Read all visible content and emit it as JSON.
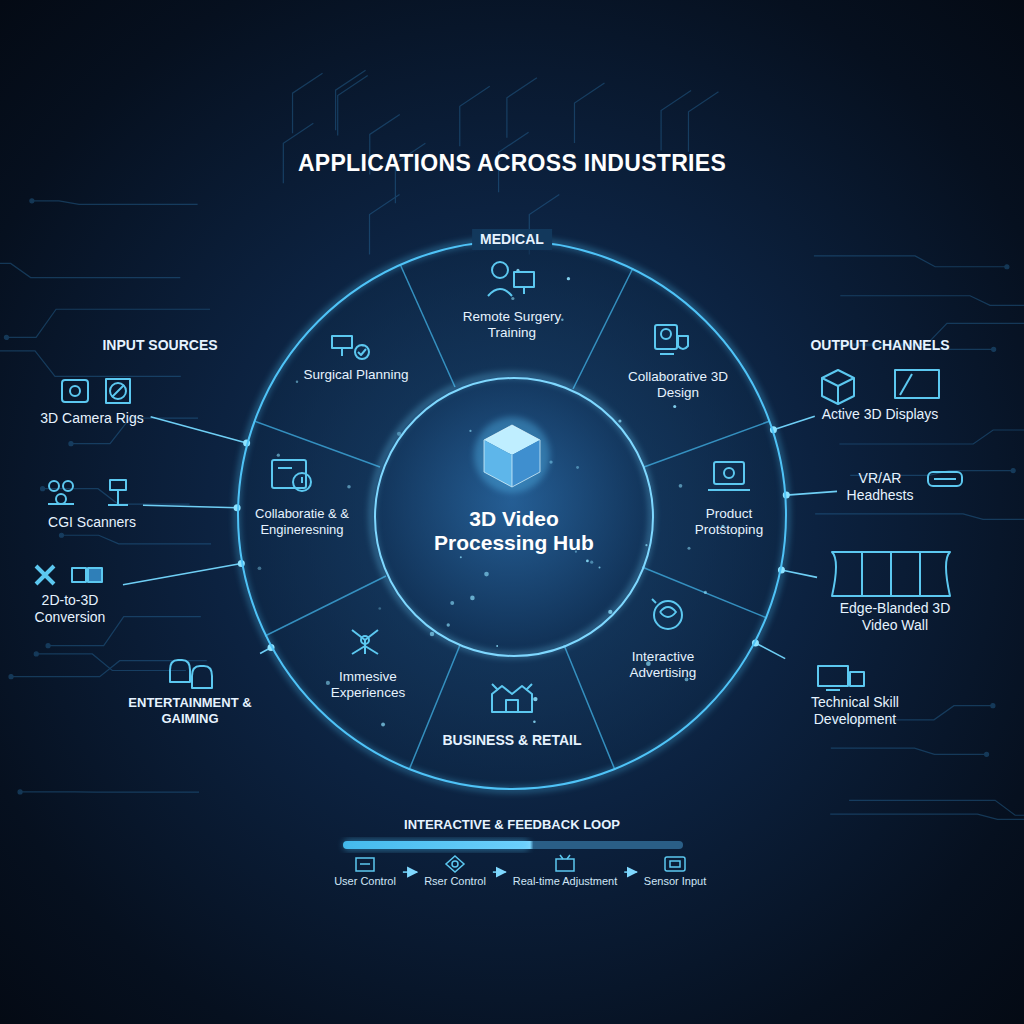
{
  "diagram": {
    "title": "APPLICATIONS ACROSS INDUSTRIES",
    "nodes": [
      {
        "text": [
          "MEDICAL"
        ]
      },
      {
        "text": [
          "3D Video Processing Hub"
        ],
        "in": 0
      },
      {
        "text": [
          "3D Camera Rigs"
        ]
      },
      {
        "text": [
          "CGI Scanners"
        ]
      },
      {
        "text": [
          "2D-to-3D Conversion"
        ]
      },
      {
        "text": [
          "ENTERTAINMENT & GAIMING"
        ]
      },
      {
        "text": [
          "Active 3D Displays"
        ]
      },
      {
        "text": [
          "VR/AR Headhests"
        ]
      },
      {
        "text": [
          "Edge-Blanded 3D Video Wall"
        ]
      },
      {
        "text": [
          "Technical Skill Development"
        ]
      },
      {
        "text": [
          "User Control"
        ]
      },
      {
        "text": [
          "Rser Control"
        ]
      },
      {
        "text": [
          "Real-time Adjustment"
        ]
      },
      {
        "text": [
          "Sensor Input"
        ]
      }
    ],
    "edges": [
      {
        "from": 2,
        "to": 0,
        "arrow": "none"
      },
      {
        "from": 3,
        "to": 0,
        "arrow": "none"
      },
      {
        "from": 4,
        "to": 0,
        "arrow": "none"
      },
      {
        "from": 5,
        "to": 0,
        "arrow": "none"
      },
      {
        "from": 0,
        "to": 6,
        "arrow": "none"
      },
      {
        "from": 0,
        "to": 7,
        "arrow": "none"
      },
      {
        "from": 0,
        "to": 8,
        "arrow": "none"
      },
      {
        "from": 0,
        "to": 9,
        "arrow": "none"
      },
      {
        "from": 10,
        "to": 11,
        "arrow": "to"
      },
      {
        "from": 11,
        "to": 12,
        "arrow": "to"
      },
      {
        "from": 12,
        "to": 13,
        "arrow": "to"
      }
    ],
    "labels": [
      "INPUT SOURCES",
      "OUTPUT CHANNELS",
      "Remote Surgery Training",
      "Surgical Planning",
      "Collaborative 3D Design",
      "Collaboratie & & Engineresning",
      "Product Protstoping",
      "Immesive Experiences",
      "Interactive Advertising",
      "BUSINESS & RETAIL",
      "INTERACTIVE & FEEDBACK LOOP"
    ]
  }
}
